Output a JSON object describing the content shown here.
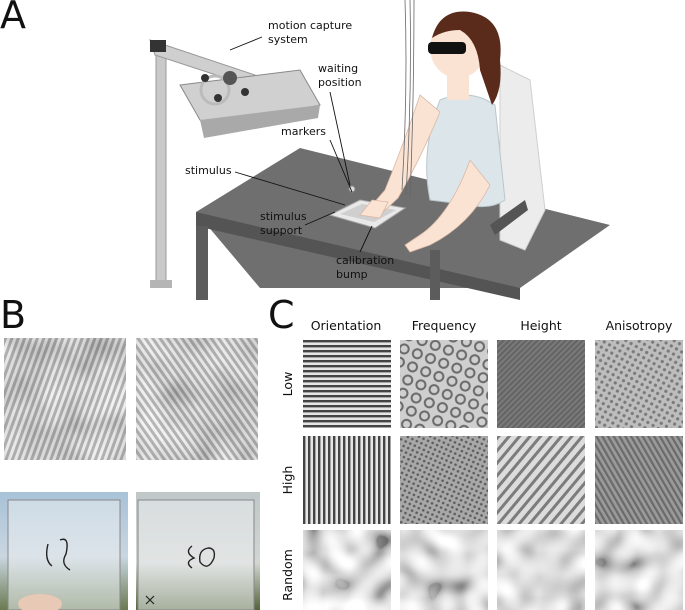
{
  "panels": {
    "a": {
      "letter": "A",
      "callouts": {
        "motion_capture": "motion capture\nsystem",
        "waiting_position": "waiting\nposition",
        "markers": "markers",
        "stimulus": "stimulus",
        "stimulus_support": "stimulus\nsupport",
        "calibration_bump": "calibration\nbump"
      }
    },
    "b": {
      "letter": "B"
    },
    "c": {
      "letter": "C",
      "columns": [
        "Orientation",
        "Frequency",
        "Height",
        "Anisotropy"
      ],
      "rows": [
        "Low",
        "High",
        "Random"
      ]
    }
  },
  "colors": {
    "desk_top": "#6f6f6f",
    "desk_side": "#545454",
    "stand": "#c9c9c9",
    "skin": "#fbe3d3",
    "hair": "#5a2a1a",
    "shirt": "#dce6ea",
    "chair": "#ececec"
  }
}
